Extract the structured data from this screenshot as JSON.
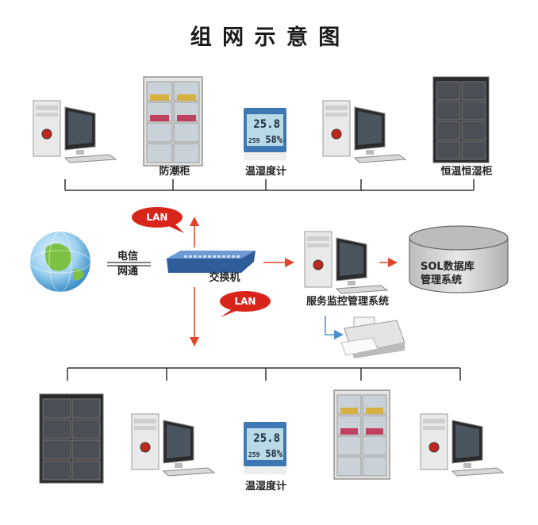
{
  "title": "组 网 示 意 图",
  "top_row": {
    "cabinet_label": "防潮柜",
    "thermo_label": "温湿度计",
    "constant_cabinet_label": "恒温恒湿柜"
  },
  "middle": {
    "lan_label_1": "LAN",
    "lan_label_2": "LAN",
    "telecom": "电信",
    "netcom": "网通",
    "switch_label": "交换机",
    "server_label": "服务监控管理系统",
    "db_line1": "SOL数据库",
    "db_line2": "管理系统"
  },
  "thermometer_display": {
    "temperature": "25.8",
    "humidity": "58%",
    "small": "259"
  },
  "bottom_row": {
    "thermo_label": "温湿度计"
  },
  "colors": {
    "line": "#333333",
    "arrow": "#e2452d",
    "bubble": "#d8251b",
    "switch": "#2f5d9a",
    "printer_arrow": "#4a8fd0"
  }
}
